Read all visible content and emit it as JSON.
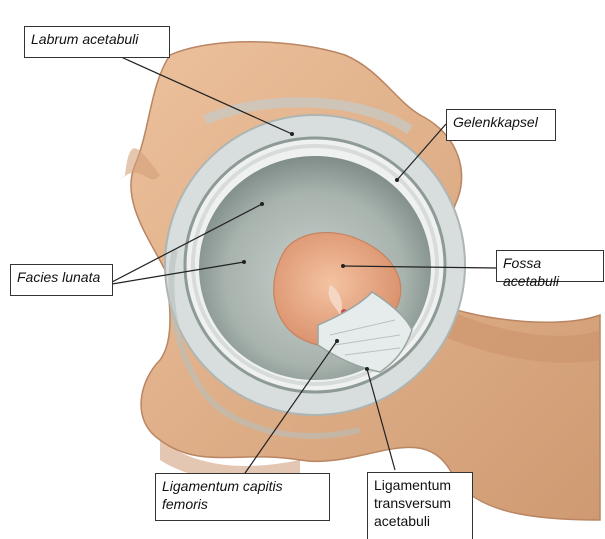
{
  "labels": {
    "labrum": "Labrum acetabuli",
    "capsule": "Gelenkkapsel",
    "facies": "Facies lunata",
    "fossa": "Fossa acetabuli",
    "lig_capitis_line1": "Ligamentum capitis",
    "lig_capitis_line2": "femoris",
    "lig_transv_line1": "Ligamentum",
    "lig_transv_line2": "transversum",
    "lig_transv_line3": "acetabuli"
  },
  "colors": {
    "bone": "#e2b48d",
    "bone_shadow": "#c98f68",
    "capsule": "#d7dcdc",
    "labrum_rim": "#bfc7c5",
    "cartilage": "#a9b4b0",
    "fossa": "#e8a985",
    "ligament": "#dfe4e5",
    "leader": "#222222"
  }
}
